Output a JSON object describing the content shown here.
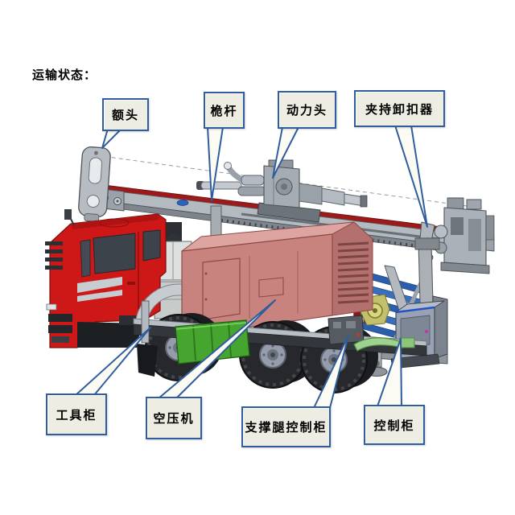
{
  "page": {
    "title": "运输状态："
  },
  "callouts": [
    {
      "id": "forehead",
      "label": "额头"
    },
    {
      "id": "mast",
      "label": "桅杆"
    },
    {
      "id": "power-head",
      "label": "动力头"
    },
    {
      "id": "clamp-breakout-device",
      "label": "夹持卸扣器"
    },
    {
      "id": "tool-cabinet",
      "label": "工具柜"
    },
    {
      "id": "air-compressor",
      "label": "空压机"
    },
    {
      "id": "outrigger-control-cabinet",
      "label": "支撑腿控制柜"
    },
    {
      "id": "control-cabinet",
      "label": "控制柜"
    }
  ],
  "colors": {
    "background": "#FFFFFF",
    "callout_border": "#2F5D9D",
    "callout_fill": "#EEEDE3",
    "leader_fill": "#FBFAF3",
    "truck_red": "#CE1717",
    "compressor_pink": "#C9837F",
    "mast_gray": "#B3BAC0",
    "mast_stripe_red": "#9E1A1A",
    "pipe_blue": "#2B5FAE",
    "tank_green": "#45A52E",
    "axis_line_gray": "#9A9A9A"
  }
}
